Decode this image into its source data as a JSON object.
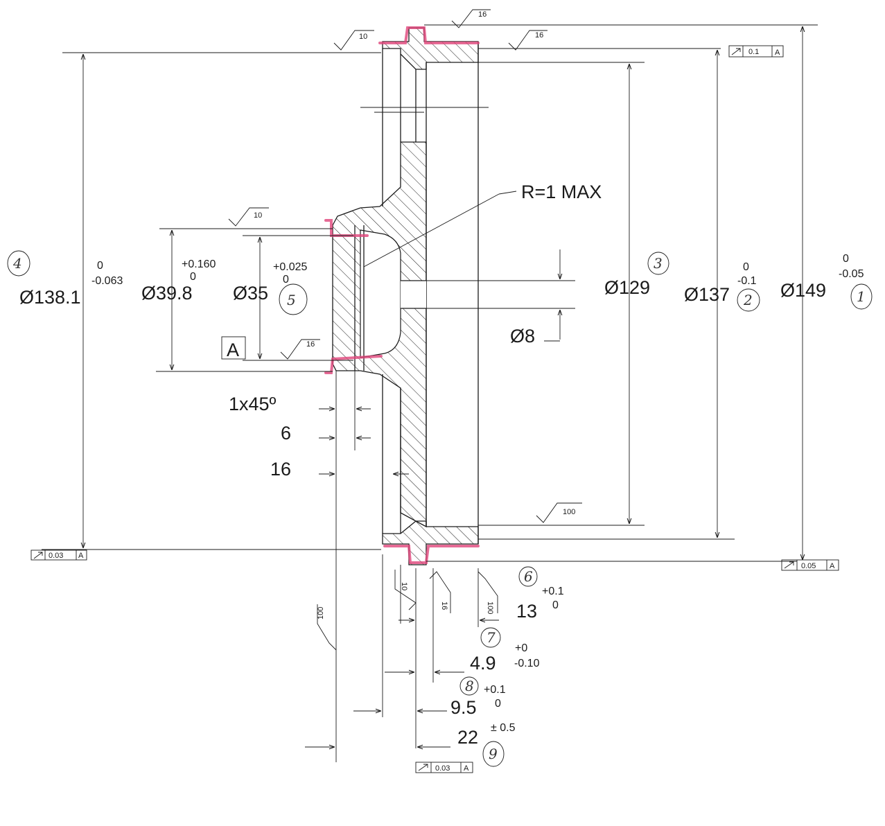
{
  "colors": {
    "ink": "#1a1a1a",
    "highlight": "#e0457b",
    "paper": "#ffffff"
  },
  "note": "R=1 MAX",
  "datum": "A",
  "dims": {
    "d1381": {
      "value": "Ø138.1",
      "upper": "0",
      "lower": "-0.063",
      "callout": "4"
    },
    "d398": {
      "value": "Ø39.8",
      "upper": "+0.160",
      "lower": "0"
    },
    "d35": {
      "value": "Ø35",
      "upper": "+0.025",
      "lower": "0",
      "callout": "5"
    },
    "d129": {
      "value": "Ø129",
      "callout": "3"
    },
    "d137": {
      "value": "Ø137",
      "upper": "0",
      "lower": "-0.1",
      "callout": "2"
    },
    "d149": {
      "value": "Ø149",
      "upper": "0",
      "lower": "-0.05",
      "callout": "1"
    },
    "d8": {
      "value": "Ø8"
    },
    "chamfer": {
      "value": "1x45º"
    },
    "len6": {
      "value": "6"
    },
    "len16": {
      "value": "16"
    },
    "len13": {
      "value": "13",
      "upper": "+0.1",
      "lower": "0",
      "callout": "6"
    },
    "len49": {
      "value": "4.9",
      "upper": "+0",
      "lower": "-0.10",
      "callout": "7"
    },
    "len95": {
      "value": "9.5",
      "upper": "+0.1",
      "lower": "0",
      "callout": "8"
    },
    "len22": {
      "value": "22",
      "tol": "± 0.5",
      "callout": "9"
    }
  },
  "surface": [
    "10",
    "16",
    "16",
    "10",
    "16",
    "100",
    "10",
    "16",
    "100",
    "100"
  ],
  "fcf": [
    {
      "value": "0.1",
      "datum": "A"
    },
    {
      "value": "0.03",
      "datum": "A"
    },
    {
      "value": "0.05",
      "datum": "A"
    },
    {
      "value": "0.03",
      "datum": "A"
    }
  ]
}
